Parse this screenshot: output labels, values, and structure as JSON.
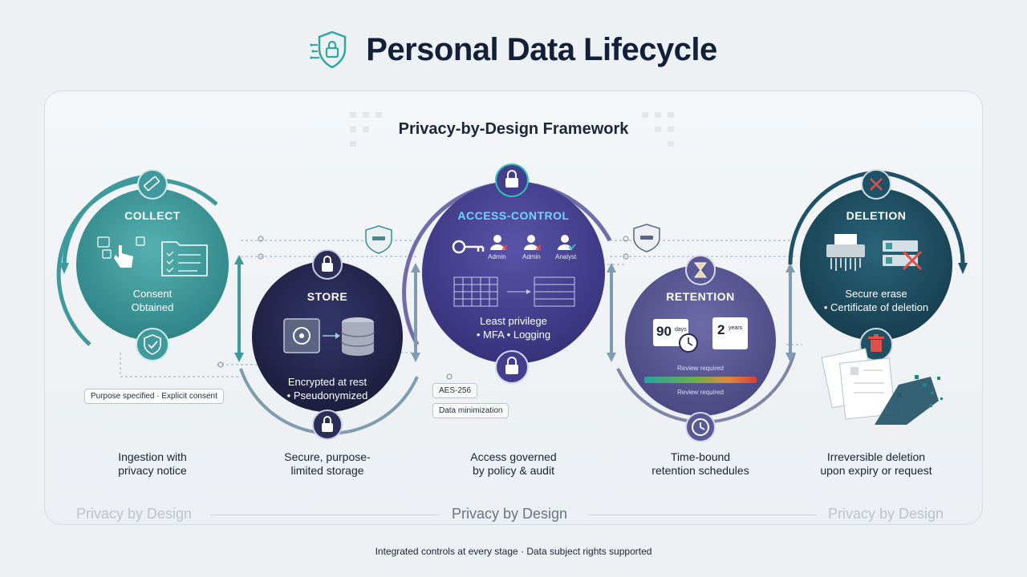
{
  "title": "Personal Data Lifecycle",
  "framework_title": "Privacy-by-Design Framework",
  "stages": [
    {
      "id": "collect",
      "title": "COLLECT",
      "body": [
        "Consent",
        "Obtained"
      ],
      "caption": [
        "Ingestion with",
        "privacy notice"
      ],
      "color": "#3e9a9c"
    },
    {
      "id": "store",
      "title": "STORE",
      "body": [
        "Encrypted at rest",
        "• Pseudonymized"
      ],
      "caption": [
        "Secure, purpose-",
        "limited storage"
      ],
      "color": "#26284f"
    },
    {
      "id": "access",
      "title": "ACCESS-CONTROL",
      "body": [
        "Least privilege",
        "• MFA • Logging"
      ],
      "caption": [
        "Access governed",
        "by policy & audit"
      ],
      "color": "#433f8e"
    },
    {
      "id": "retention",
      "title": "RETENTION",
      "body": [],
      "caption": [
        "Time-bound",
        "retention schedules"
      ],
      "color": "#5a5896"
    },
    {
      "id": "deletion",
      "title": "DELETION",
      "body": [
        "Secure erase",
        "• Certificate of deletion"
      ],
      "caption": [
        "Irreversible deletion",
        "upon expiry or request"
      ],
      "color": "#1f5266"
    }
  ],
  "tags": {
    "purpose": "Purpose specified · Explicit consent",
    "aes": "AES-256",
    "minimization": "Data minimization"
  },
  "access_roles": [
    "Admin",
    "Admin",
    "Analyst"
  ],
  "retention_labels": {
    "days": "90",
    "days_unit": "days",
    "years": "2",
    "years_unit": "years",
    "review_1": "Review required",
    "review_2": "Review required"
  },
  "privacy_by_design": "Privacy by Design",
  "footer": "Integrated controls at every stage · Data subject rights supported",
  "colors": {
    "teal": "#3e9a9c",
    "navy": "#26284f",
    "indigo": "#433f8e",
    "violet": "#5a5896",
    "deep_teal": "#1f5266",
    "title": "#12203a"
  },
  "icons": [
    "shield-lock-icon",
    "hand-pointer-icon",
    "checklist-icon",
    "shield-check-icon",
    "lock-icon",
    "safe-icon",
    "database-icon",
    "key-icon",
    "user-icon",
    "hourglass-icon",
    "calendar-icon",
    "clock-icon",
    "shredder-icon",
    "trash-icon",
    "close-icon",
    "eraser-icon"
  ]
}
